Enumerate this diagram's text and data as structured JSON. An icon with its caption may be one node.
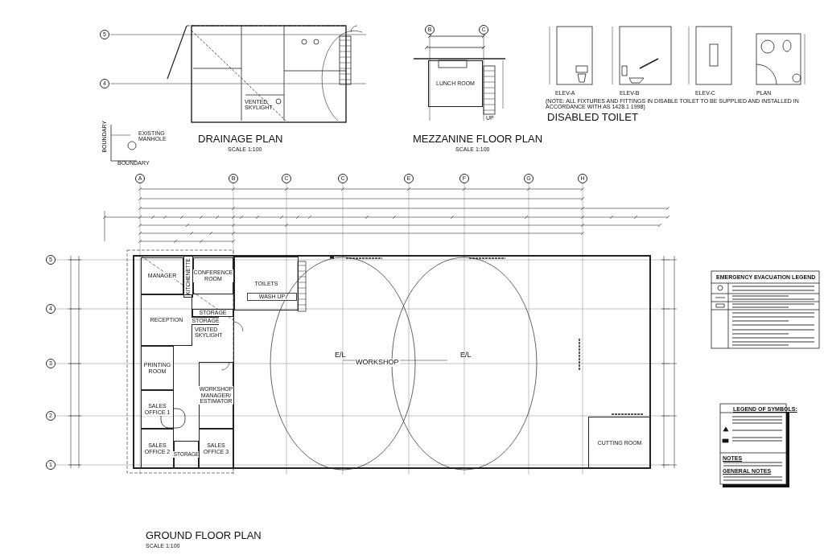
{
  "diagram": {
    "nodes": [
      {
        "text": [
          "MANAGER"
        ]
      },
      {
        "text": [
          "KITCHENETTE"
        ]
      },
      {
        "text": [
          "CONFERENCE ROOM"
        ]
      },
      {
        "text": [
          "RECEPTION"
        ]
      },
      {
        "text": [
          "STORAGE"
        ]
      },
      {
        "text": [
          "STORAGE"
        ]
      },
      {
        "text": [
          "PRINTING ROOM"
        ]
      },
      {
        "text": [
          "WORKSHOP MANAGER/ ESTIMATOR"
        ]
      },
      {
        "text": [
          "SALES OFFICE 1"
        ]
      },
      {
        "text": [
          "SALES OFFICE 2"
        ]
      },
      {
        "text": [
          "STORAGE"
        ]
      },
      {
        "text": [
          "SALES OFFICE 3"
        ]
      },
      {
        "text": [
          "WORKSHOP"
        ]
      },
      {
        "text": [
          "TOILETS"
        ],
        "in": 12
      },
      {
        "text": [
          "WASH UP"
        ],
        "in": 13
      },
      {
        "text": [
          "CUTTING ROOM"
        ],
        "in": 12
      },
      {
        "text": [
          "LUNCH ROOM"
        ]
      },
      {
        "text": [
          "5"
        ]
      },
      {
        "text": [
          "4"
        ]
      },
      {
        "text": [
          "B"
        ]
      },
      {
        "text": [
          "C"
        ]
      },
      {
        "text": [
          "A"
        ]
      },
      {
        "text": [
          "B"
        ]
      },
      {
        "text": [
          "C"
        ]
      },
      {
        "text": [
          "C"
        ]
      },
      {
        "text": [
          "E"
        ]
      },
      {
        "text": [
          "F"
        ]
      },
      {
        "text": [
          "G"
        ]
      },
      {
        "text": [
          "H"
        ]
      },
      {
        "text": [
          "5"
        ]
      },
      {
        "text": [
          "4"
        ]
      },
      {
        "text": [
          "3"
        ]
      },
      {
        "text": [
          "2"
        ]
      },
      {
        "text": [
          "1"
        ]
      }
    ],
    "labels": [
      "DRAINAGE PLAN",
      "SCALE 1:100",
      "EXISTING MANHOLE",
      "BOUNDARY",
      "BOUNDARY",
      "VENTED SKYLIGHT",
      "MEZZANINE FLOOR PLAN",
      "SCALE 1:100",
      "UP",
      "ELEV-A",
      "ELEV-B",
      "ELEV-C",
      "PLAN",
      "(NOTE: ALL FIXTURES AND FITTINGS IN DISABLE TOILET TO BE SUPPLIED AND INSTALLED IN ACCORDANCE WITH AS 1428.1 1998)",
      "DISABLED TOILET",
      "VENTED SKYLIGHT",
      "E/L",
      "E/L",
      "EMERGENCY EVACUATION LEGEND",
      "LEGEND OF SYMBOLS:",
      "NOTES",
      "GENERAL NOTES",
      "GROUND FLOOR PLAN",
      "SCALE 1:100"
    ]
  }
}
